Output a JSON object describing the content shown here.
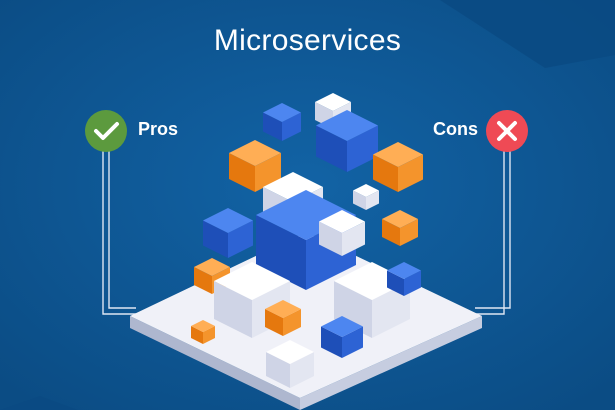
{
  "title": "Microservices",
  "pros": {
    "label": "Pros",
    "icon": "check-icon",
    "color": "#5c9a3e"
  },
  "cons": {
    "label": "Cons",
    "icon": "close-icon",
    "color": "#ef4a55"
  },
  "colors": {
    "background": "#0d5590",
    "orange": "#f48a1e",
    "blue": "#2f63d6",
    "white": "#eceef6",
    "platform": "#f0f1f8"
  }
}
